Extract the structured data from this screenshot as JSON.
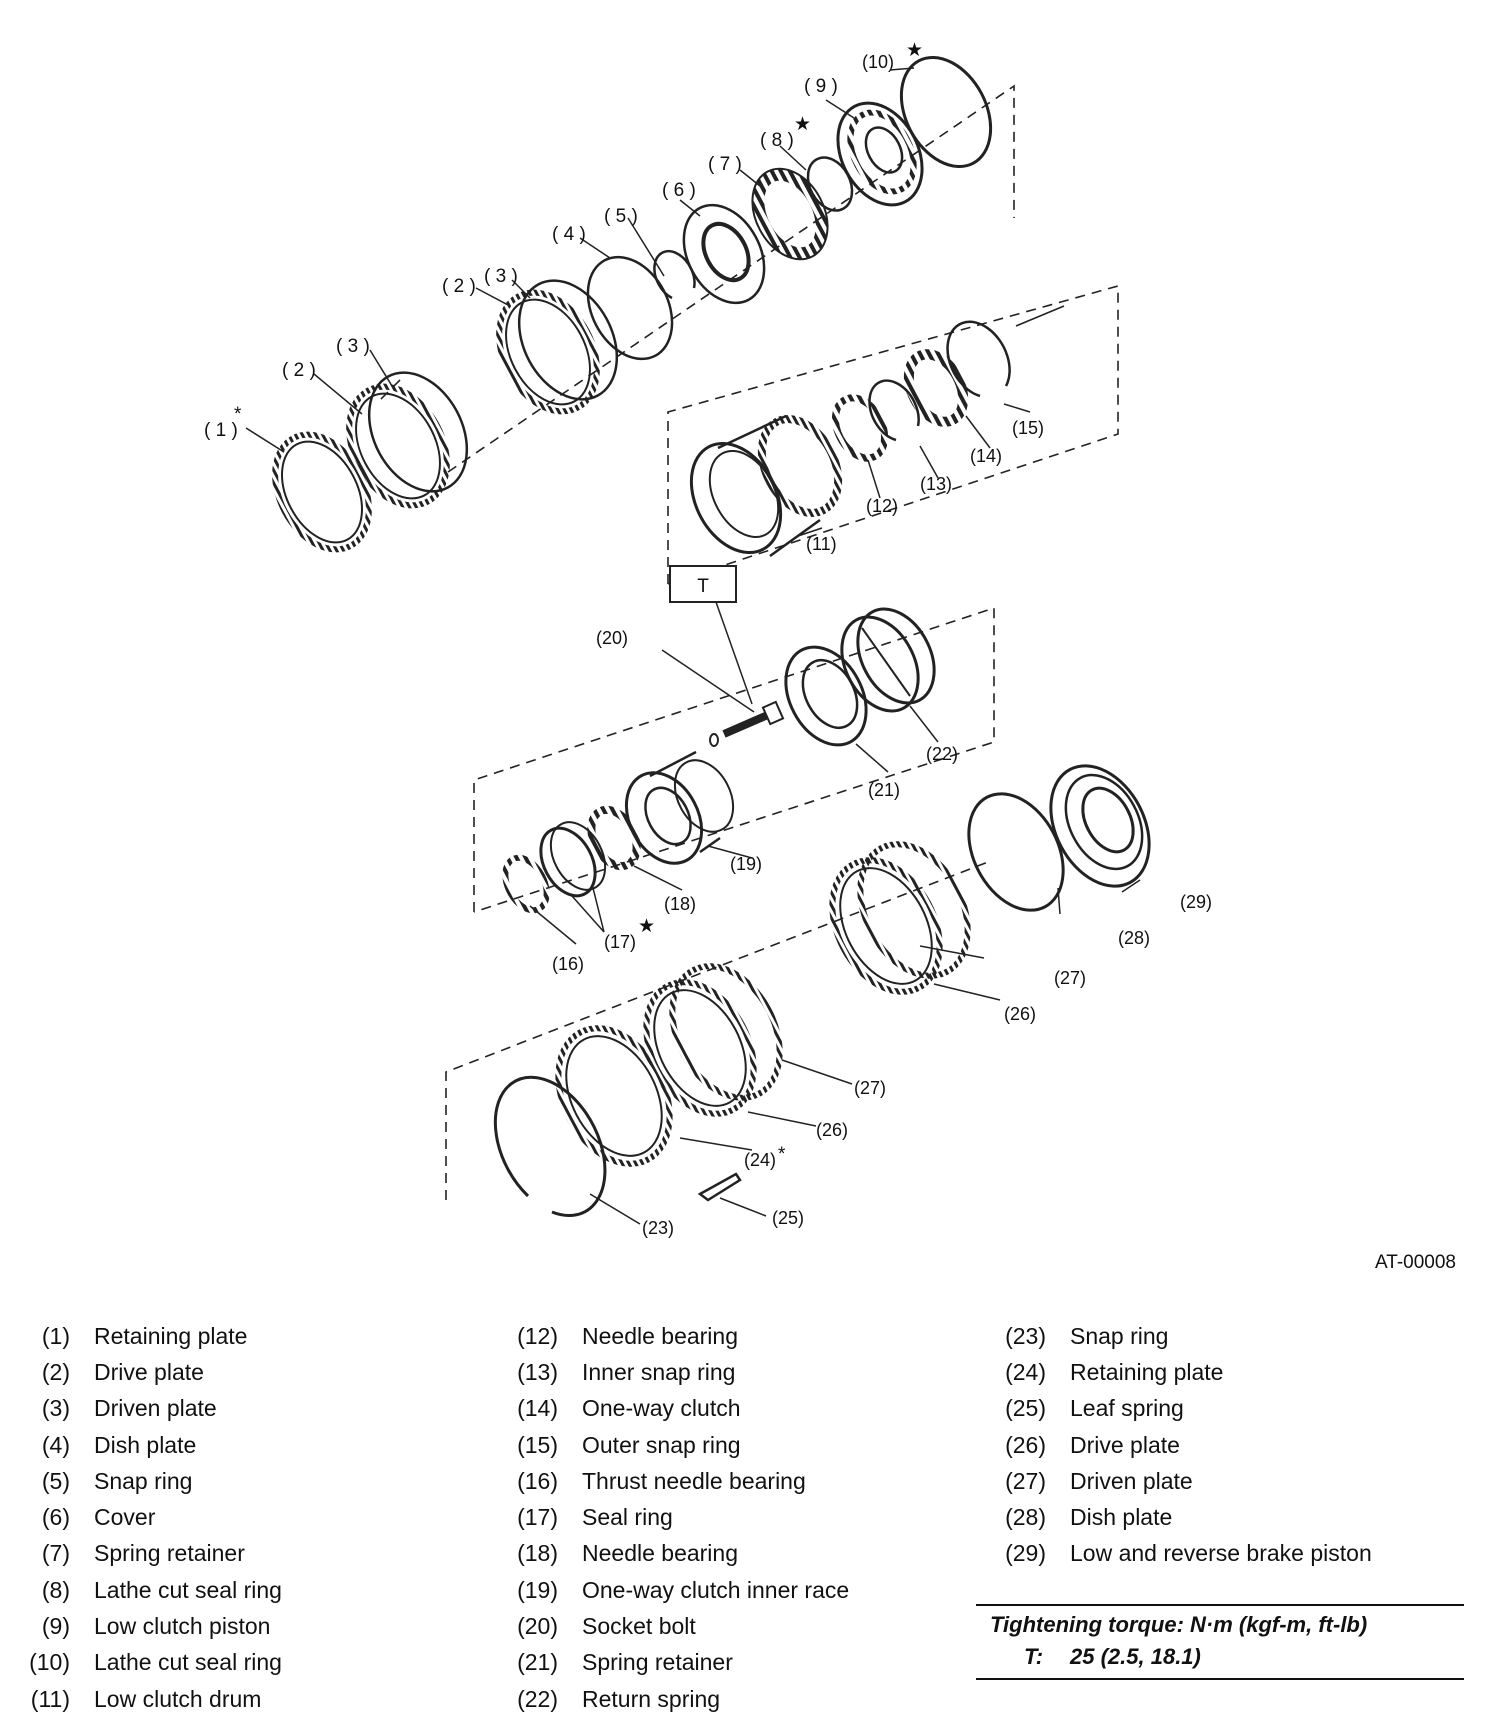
{
  "diagram": {
    "code": "AT-00008",
    "torque_box_label": "T",
    "callouts": [
      "( 1 )",
      "( 2 )",
      "( 3 )",
      "( 2 )",
      "( 3 )",
      "( 4 )",
      "( 5 )",
      "( 6 )",
      "( 7 )",
      "( 8 )",
      "( 9 )",
      "(10)",
      "(11)",
      "(12)",
      "(13)",
      "(14)",
      "(15)",
      "(16)",
      "(17)",
      "(18)",
      "(19)",
      "(20)",
      "(21)",
      "(22)",
      "(23)",
      "(24)",
      "(25)",
      "(26)",
      "(27)",
      "(26)",
      "(27)",
      "(28)",
      "(29)"
    ],
    "star_marks": [
      "★",
      "★",
      "★"
    ],
    "asterisk_marks": [
      "*",
      "*"
    ]
  },
  "legend": {
    "col1": [
      {
        "num": "(1)",
        "text": "Retaining plate"
      },
      {
        "num": "(2)",
        "text": "Drive plate"
      },
      {
        "num": "(3)",
        "text": "Driven plate"
      },
      {
        "num": "(4)",
        "text": "Dish plate"
      },
      {
        "num": "(5)",
        "text": "Snap ring"
      },
      {
        "num": "(6)",
        "text": "Cover"
      },
      {
        "num": "(7)",
        "text": "Spring retainer"
      },
      {
        "num": "(8)",
        "text": "Lathe cut seal ring"
      },
      {
        "num": "(9)",
        "text": "Low clutch piston"
      },
      {
        "num": "(10)",
        "text": "Lathe cut seal ring"
      },
      {
        "num": "(11)",
        "text": "Low clutch drum"
      }
    ],
    "col2": [
      {
        "num": "(12)",
        "text": "Needle bearing"
      },
      {
        "num": "(13)",
        "text": "Inner snap ring"
      },
      {
        "num": "(14)",
        "text": "One-way clutch"
      },
      {
        "num": "(15)",
        "text": "Outer snap ring"
      },
      {
        "num": "(16)",
        "text": "Thrust needle bearing"
      },
      {
        "num": "(17)",
        "text": "Seal ring"
      },
      {
        "num": "(18)",
        "text": "Needle bearing"
      },
      {
        "num": "(19)",
        "text": "One-way clutch inner race"
      },
      {
        "num": "(20)",
        "text": "Socket bolt"
      },
      {
        "num": "(21)",
        "text": "Spring retainer"
      },
      {
        "num": "(22)",
        "text": "Return spring"
      }
    ],
    "col3": [
      {
        "num": "(23)",
        "text": "Snap ring"
      },
      {
        "num": "(24)",
        "text": "Retaining plate"
      },
      {
        "num": "(25)",
        "text": "Leaf spring"
      },
      {
        "num": "(26)",
        "text": "Drive plate"
      },
      {
        "num": "(27)",
        "text": "Driven plate"
      },
      {
        "num": "(28)",
        "text": "Dish plate"
      },
      {
        "num": "(29)",
        "text": "Low and reverse brake piston"
      }
    ]
  },
  "torque": {
    "heading": "Tightening torque: N·m (kgf-m, ft-lb)",
    "key": "T:",
    "value": "25 (2.5, 18.1)"
  }
}
